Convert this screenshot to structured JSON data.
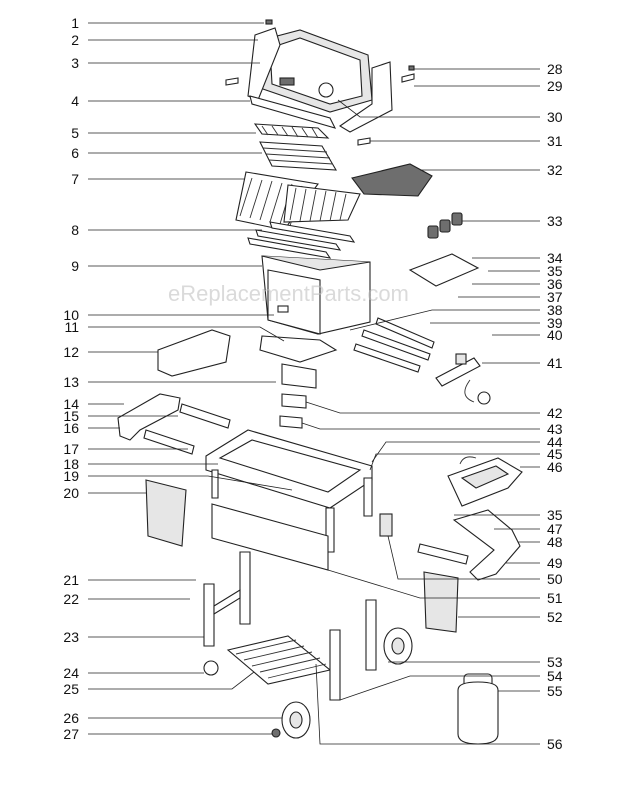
{
  "watermark": "eReplacementParts.com",
  "labels_left": [
    "1",
    "2",
    "3",
    "4",
    "5",
    "6",
    "7",
    "8",
    "9",
    "10",
    "11",
    "12",
    "13",
    "14",
    "15",
    "16",
    "17",
    "18",
    "19",
    "20",
    "21",
    "22",
    "23",
    "24",
    "25",
    "26",
    "27"
  ],
  "labels_right": [
    "28",
    "29",
    "30",
    "31",
    "32",
    "33",
    "34",
    "35",
    "36",
    "37",
    "38",
    "39",
    "40",
    "41",
    "42",
    "43",
    "44",
    "45",
    "46",
    "35",
    "47",
    "48",
    "49",
    "50",
    "51",
    "52",
    "53",
    "54",
    "55",
    "56"
  ]
}
